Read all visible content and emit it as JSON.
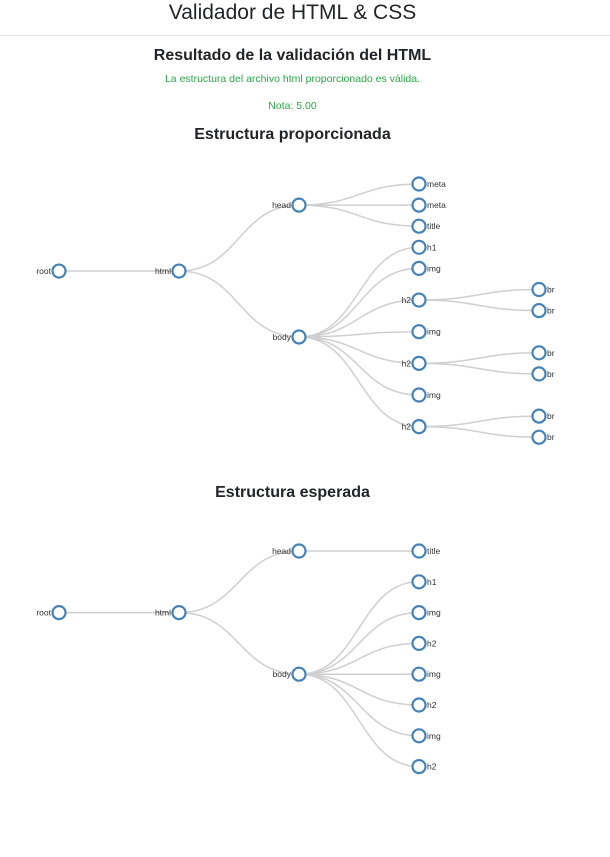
{
  "header": {
    "title": "Validador de HTML & CSS"
  },
  "result": {
    "title": "Resultado de la validación del HTML",
    "message": "La estructura del archivo html proporcionado es válida.",
    "grade": "Nota: 5.00"
  },
  "provided": {
    "title": "Estructura proporcionada",
    "tree": {
      "name": "root",
      "children": [
        {
          "name": "html",
          "children": [
            {
              "name": "head",
              "children": [
                {
                  "name": "meta"
                },
                {
                  "name": "meta"
                },
                {
                  "name": "title"
                }
              ]
            },
            {
              "name": "body",
              "children": [
                {
                  "name": "h1"
                },
                {
                  "name": "img"
                },
                {
                  "name": "h2",
                  "children": [
                    {
                      "name": "br"
                    },
                    {
                      "name": "br"
                    }
                  ]
                },
                {
                  "name": "img"
                },
                {
                  "name": "h2",
                  "children": [
                    {
                      "name": "br"
                    },
                    {
                      "name": "br"
                    }
                  ]
                },
                {
                  "name": "img"
                },
                {
                  "name": "h2",
                  "children": [
                    {
                      "name": "br"
                    },
                    {
                      "name": "br"
                    }
                  ]
                }
              ]
            }
          ]
        }
      ]
    }
  },
  "expected": {
    "title": "Estructura esperada",
    "tree": {
      "name": "root",
      "children": [
        {
          "name": "html",
          "children": [
            {
              "name": "head",
              "children": [
                {
                  "name": "title"
                }
              ]
            },
            {
              "name": "body",
              "children": [
                {
                  "name": "h1"
                },
                {
                  "name": "img"
                },
                {
                  "name": "h2"
                },
                {
                  "name": "img"
                },
                {
                  "name": "h2"
                },
                {
                  "name": "img"
                },
                {
                  "name": "h2"
                }
              ]
            }
          ]
        }
      ]
    }
  }
}
